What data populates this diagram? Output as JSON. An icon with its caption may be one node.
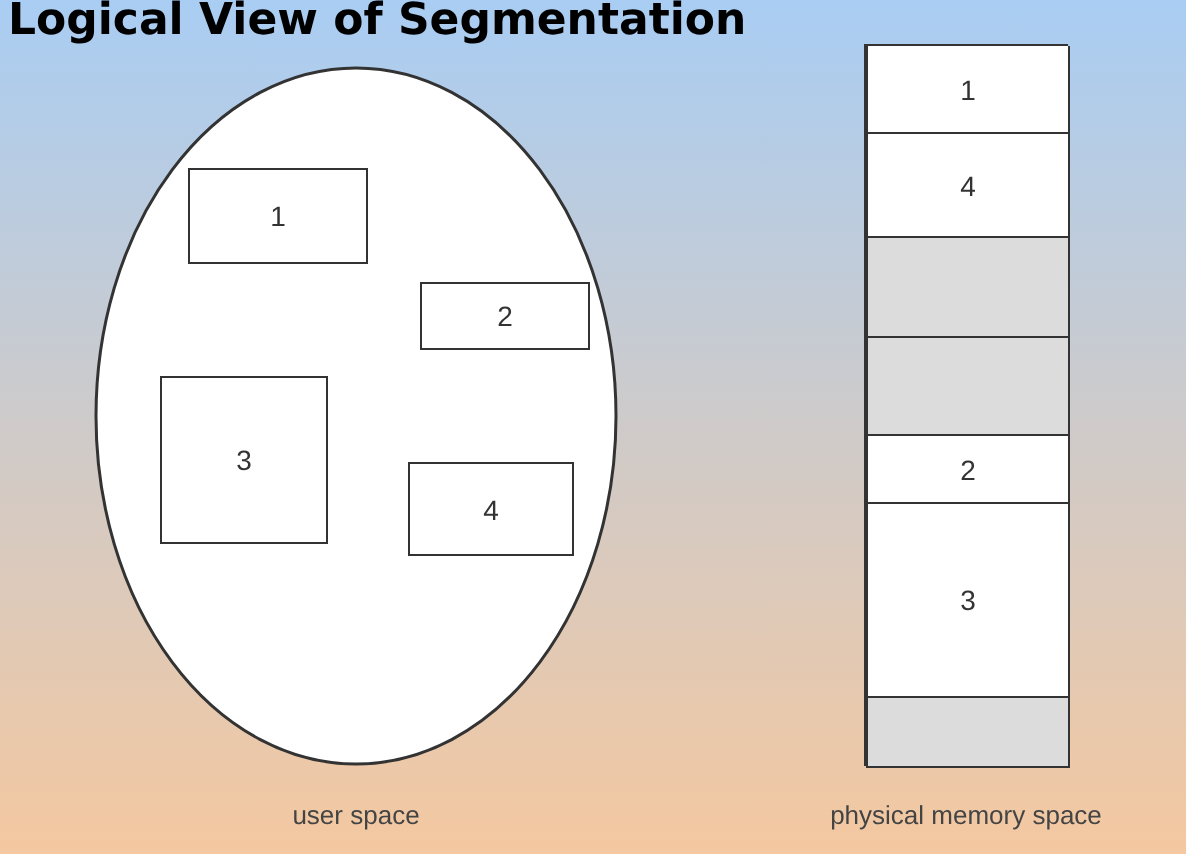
{
  "diagram": {
    "title": "Logical View of Segmentation",
    "nodes": [
      {
        "text": [],
        "shape": "ellipse",
        "beside": [
          "user space"
        ]
      },
      {
        "text": [
          "1"
        ],
        "in": 0
      },
      {
        "text": [
          "2"
        ],
        "in": 0
      },
      {
        "text": [
          "3"
        ],
        "in": 0
      },
      {
        "text": [
          "4"
        ],
        "in": 0
      },
      {
        "text": [],
        "shape": "box",
        "beside": [
          "physical memory space"
        ]
      },
      {
        "text": [
          "1"
        ],
        "in": 5
      },
      {
        "text": [
          "4"
        ],
        "in": 5
      },
      {
        "text": [],
        "shape": "box",
        "in": 5
      },
      {
        "text": [],
        "shape": "box",
        "in": 5
      },
      {
        "text": [
          "2"
        ],
        "in": 5
      },
      {
        "text": [
          "3"
        ],
        "in": 5
      },
      {
        "text": [],
        "shape": "box",
        "in": 5
      }
    ]
  }
}
